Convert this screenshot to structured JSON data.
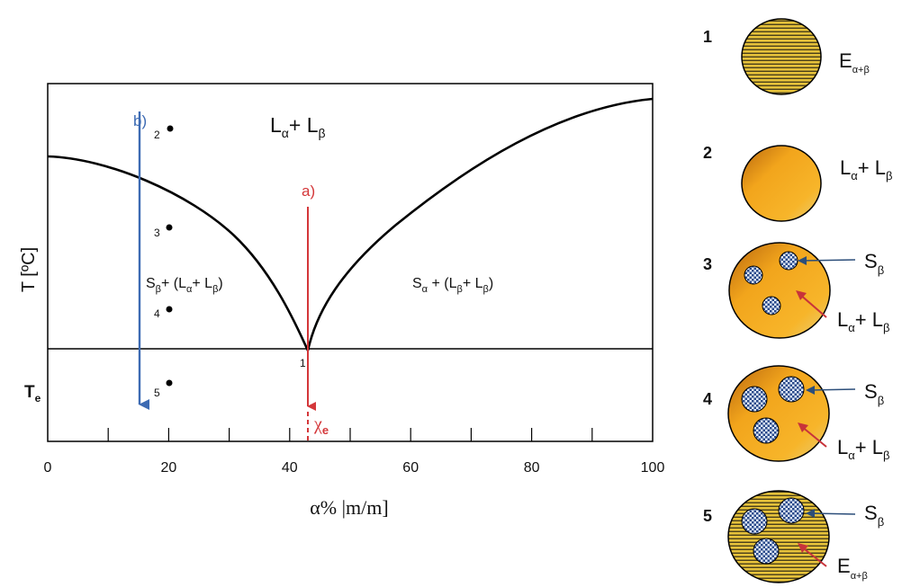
{
  "phase_diagram": {
    "y_axis_label": "T [ºC]",
    "x_axis_label": "α% |m/m]",
    "x_ticks": [
      "0",
      "20",
      "40",
      "60",
      "80",
      "100"
    ],
    "te_label_main": "T",
    "te_label_sub": "e",
    "region_liquid": {
      "main1": "L",
      "sub1": "α",
      "plus": "+ ",
      "main2": "L",
      "sub2": "β"
    },
    "region_left": {
      "t1": "S",
      "s1": "β",
      "t2": "+ (L",
      "s2": "α",
      "t3": "+ L",
      "s3": "β",
      "t4": ")"
    },
    "region_right": {
      "t1": "S",
      "s1": "α",
      "t2": " + (L",
      "s2": "β",
      "t3": "+ L",
      "s3": "β",
      "t4": ")"
    },
    "path_a_label": "a)",
    "path_b_label": "b)",
    "eutectic_point_label": "1",
    "chi_main": "χ",
    "chi_sub": "e",
    "points": [
      {
        "label": "2",
        "alpha": 20
      },
      {
        "label": "3",
        "alpha": 20
      },
      {
        "label": "4",
        "alpha": 20
      },
      {
        "label": "5",
        "alpha": 20
      }
    ],
    "eutectic_composition": 43,
    "path_b_composition": 15.5,
    "colors": {
      "path_a": "#d4373a",
      "path_b": "#3d6bb3",
      "liquidus": "#000000"
    }
  },
  "microstructures": [
    {
      "number": "1",
      "kind": "eutectic",
      "label_main": "E",
      "label_sub": "α+β"
    },
    {
      "number": "2",
      "kind": "liquid",
      "label_main1": "L",
      "label_sub1": "α",
      "label_plus": "+ ",
      "label_main2": "L",
      "label_sub2": "β"
    },
    {
      "number": "3",
      "kind": "liquid_small_crystals",
      "label_s_main": "S",
      "label_s_sub": "β",
      "label_l_main1": "L",
      "label_l_sub1": "α",
      "label_l_plus": "+ ",
      "label_l_main2": "L",
      "label_l_sub2": "β"
    },
    {
      "number": "4",
      "kind": "liquid_large_crystals",
      "label_s_main": "S",
      "label_s_sub": "β",
      "label_l_main1": "L",
      "label_l_sub1": "α",
      "label_l_plus": "+ ",
      "label_l_main2": "L",
      "label_l_sub2": "β"
    },
    {
      "number": "5",
      "kind": "eutectic_with_crystals",
      "label_s_main": "S",
      "label_s_sub": "β",
      "label_e_main": "E",
      "label_e_sub": "α+β"
    }
  ]
}
